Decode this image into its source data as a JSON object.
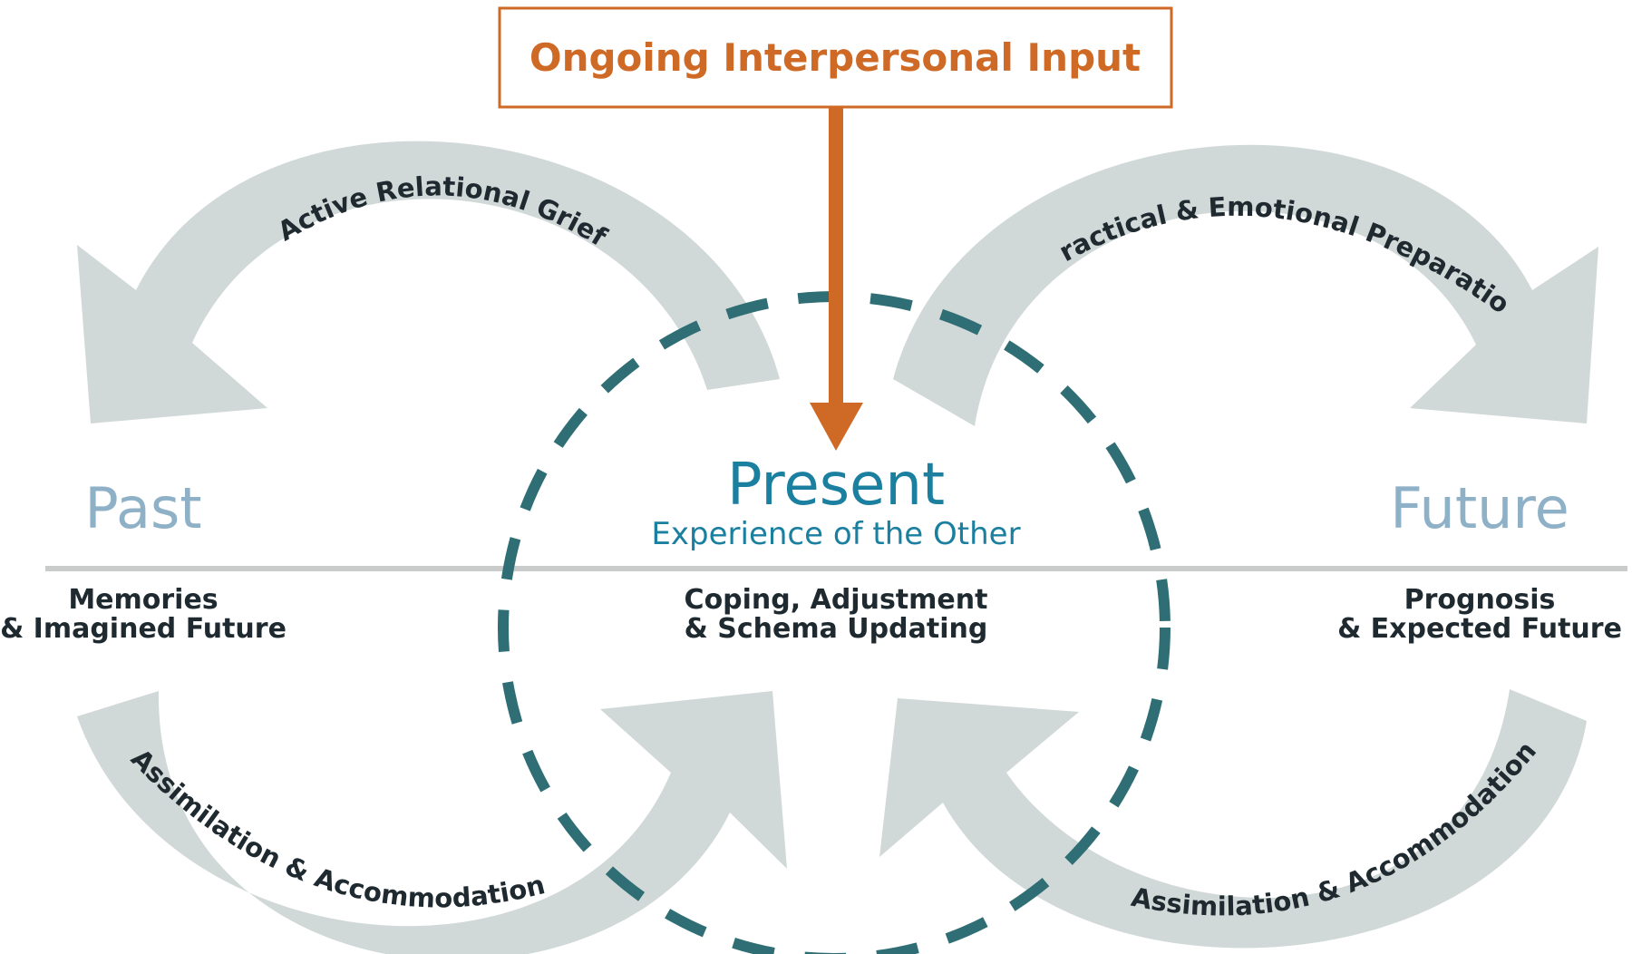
{
  "input_box": {
    "label": "Ongoing Interpersonal Input"
  },
  "center": {
    "title": "Present",
    "subtitle": "Experience of the Other",
    "line1": "Coping, Adjustment",
    "line2": "& Schema Updating"
  },
  "past": {
    "title": "Past",
    "line1": "Memories",
    "line2": "& Imagined Future"
  },
  "future": {
    "title": "Future",
    "line1": "Prognosis",
    "line2": "& Expected Future"
  },
  "arrows": {
    "top_left": "Active Relational Grief",
    "top_right": "Practical & Emotional Preparation",
    "bottom_left": "Assimilation & Accommodation",
    "bottom_right": "Assimilation & Accommodation"
  },
  "colors": {
    "arrow_gray": "#d1d8d8",
    "orange": "#cf6a26",
    "teal_dashed": "#2e6e74",
    "present_blue": "#1b7fa0",
    "time_words": "#8fb1c7",
    "divider": "#c9ccca",
    "text_dark": "#1f2a30"
  }
}
